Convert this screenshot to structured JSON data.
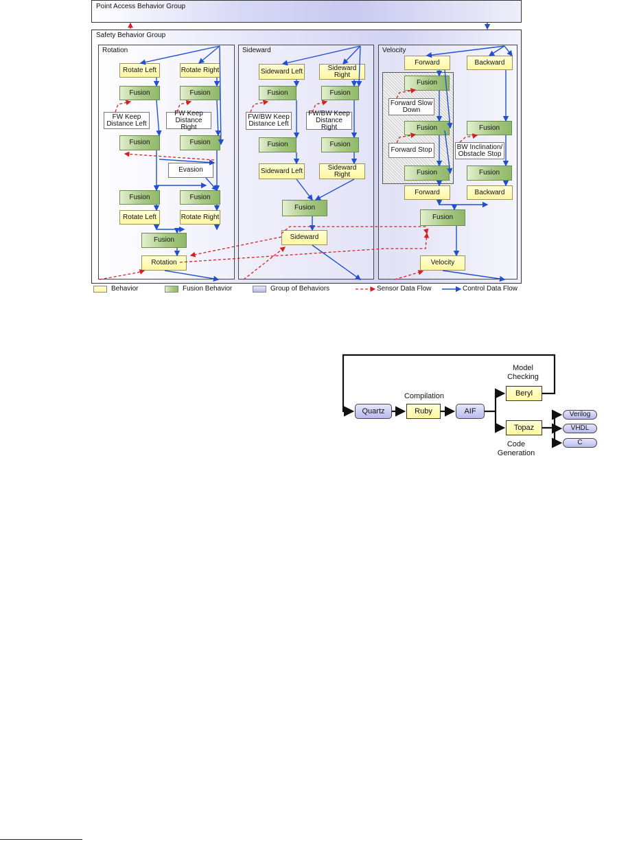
{
  "diagram1": {
    "groups": {
      "point_access": "Point Access Behavior Group",
      "safety": "Safety Behavior Group"
    },
    "panels": {
      "rotation": "Rotation",
      "sideward": "Sideward",
      "velocity": "Velocity"
    },
    "rotation": {
      "rotate_left": "Rotate Left",
      "rotate_right": "Rotate Right",
      "fusion": "Fusion",
      "fw_keep_left": "FW Keep Distance Left",
      "fw_keep_right": "FW Keep Distance Right",
      "evasion": "Evasion",
      "rotation": "Rotation"
    },
    "sideward": {
      "sideward_left": "Sideward Left",
      "sideward_right": "Sideward Right",
      "fusion": "Fusion",
      "fwbw_keep_left": "FW/BW Keep Distance Left",
      "fwbw_keep_right": "FW/BW Keep Distance Right",
      "sideward": "Sideward"
    },
    "velocity": {
      "forward": "Forward",
      "backward": "Backward",
      "fusion": "Fusion",
      "forward_slow_down": "Forward Slow Down",
      "forward_stop": "Forward Stop",
      "bw_inclination": "BW Inclination/ Obstacle Stop",
      "velocity": "Velocity"
    },
    "legend": {
      "behavior": "Behavior",
      "fusion_behavior": "Fusion Behavior",
      "group_of_behaviors": "Group of Behaviors",
      "sensor_data_flow": "Sensor Data Flow",
      "control_data_flow": "Control Data Flow"
    },
    "colors": {
      "sensor_flow": "#d42020",
      "control_flow": "#2050d0"
    }
  },
  "diagram2": {
    "nodes": {
      "quartz": "Quartz",
      "ruby": "Ruby",
      "aif": "AIF",
      "beryl": "Beryl",
      "topaz": "Topaz",
      "verilog": "Verilog",
      "vhdl": "VHDL",
      "c": "C"
    },
    "labels": {
      "compilation": "Compilation",
      "model_checking": "Model Checking",
      "code_generation": "Code Generation"
    }
  }
}
